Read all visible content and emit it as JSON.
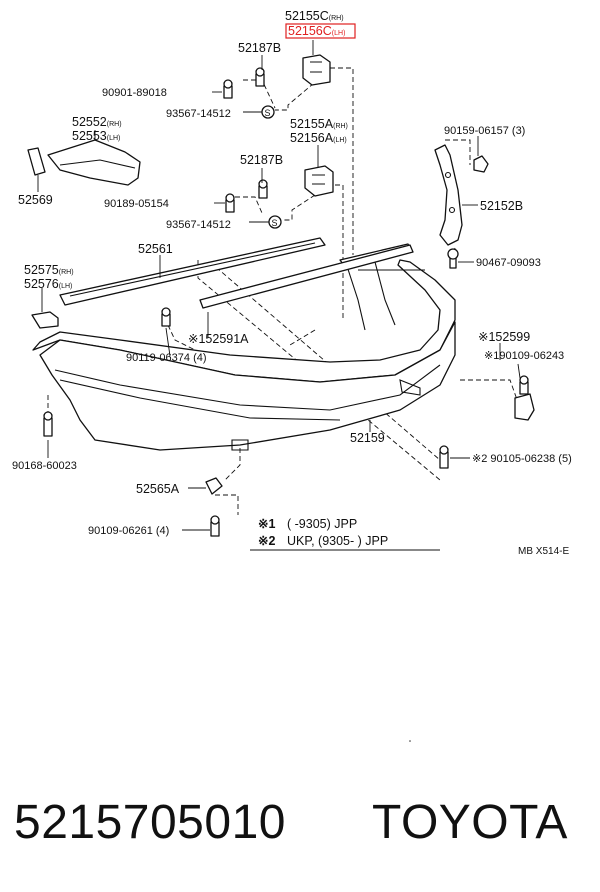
{
  "labels": {
    "p52155C": "52155C",
    "p52155C_side": "(RH)",
    "p52156C": "52156C",
    "p52156C_side": "(LH)",
    "p52187B_top": "52187B",
    "p90901": "90901-89018",
    "p93567_top": "93567-14512",
    "p52552": "52552",
    "p52552_side": "(RH)",
    "p52553": "52553",
    "p52553_side": "(LH)",
    "p52569": "52569",
    "p52155A": "52155A",
    "p52155A_side": "(RH)",
    "p52156A": "52156A",
    "p52156A_side": "(LH)",
    "p90159": "90159-06157",
    "p90159_qty": "(3)",
    "p52187B_mid": "52187B",
    "p90189": "90189-05154",
    "p52152B": "52152B",
    "p93567_mid": "93567-14512",
    "p52561": "52561",
    "p90467": "90467-09093",
    "p52575": "52575",
    "p52575_side": "(RH)",
    "p52576": "52576",
    "p52576_side": "(LH)",
    "p52591A": "※152591A",
    "p52599": "※152599",
    "p90109_06243": "※190109-06243",
    "p90119": "90119-06374 (4)",
    "p52159": "52159",
    "p90168": "90168-60023",
    "p90105": "※2 90105-06238 (5)",
    "p52565A": "52565A",
    "p90109_06261": "90109-06261 (4)",
    "s_symbol": "S"
  },
  "notes": {
    "row1_mark": "※1",
    "row1_text": "(       -9305) JPP",
    "row2_mark": "※2",
    "row2_text": "UKP, (9305-         ) JPP"
  },
  "caption": "MB X514-E",
  "footer": {
    "part_number": "5215705010",
    "brand": "TOYOTA"
  },
  "colors": {
    "highlight": "#e02020",
    "ink": "#111111"
  }
}
